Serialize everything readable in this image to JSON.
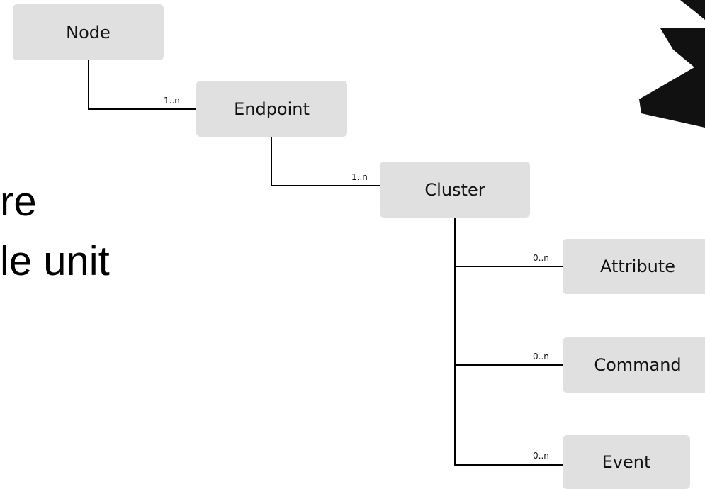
{
  "slide_text": {
    "line1": "re",
    "line2": "le unit"
  },
  "diagram": {
    "nodes": {
      "node": "Node",
      "endpoint": "Endpoint",
      "cluster": "Cluster",
      "attribute": "Attribute",
      "command": "Command",
      "event": "Event"
    },
    "cardinalities": {
      "node_endpoint": "1..n",
      "endpoint_cluster": "1..n",
      "cluster_attribute": "0..n",
      "cluster_command": "0..n",
      "cluster_event": "0..n"
    }
  },
  "colors": {
    "box_fill": "#e0e0e0",
    "line": "#000000",
    "logo": "#111111"
  },
  "icons": {
    "logo": "matter-logo-icon"
  }
}
